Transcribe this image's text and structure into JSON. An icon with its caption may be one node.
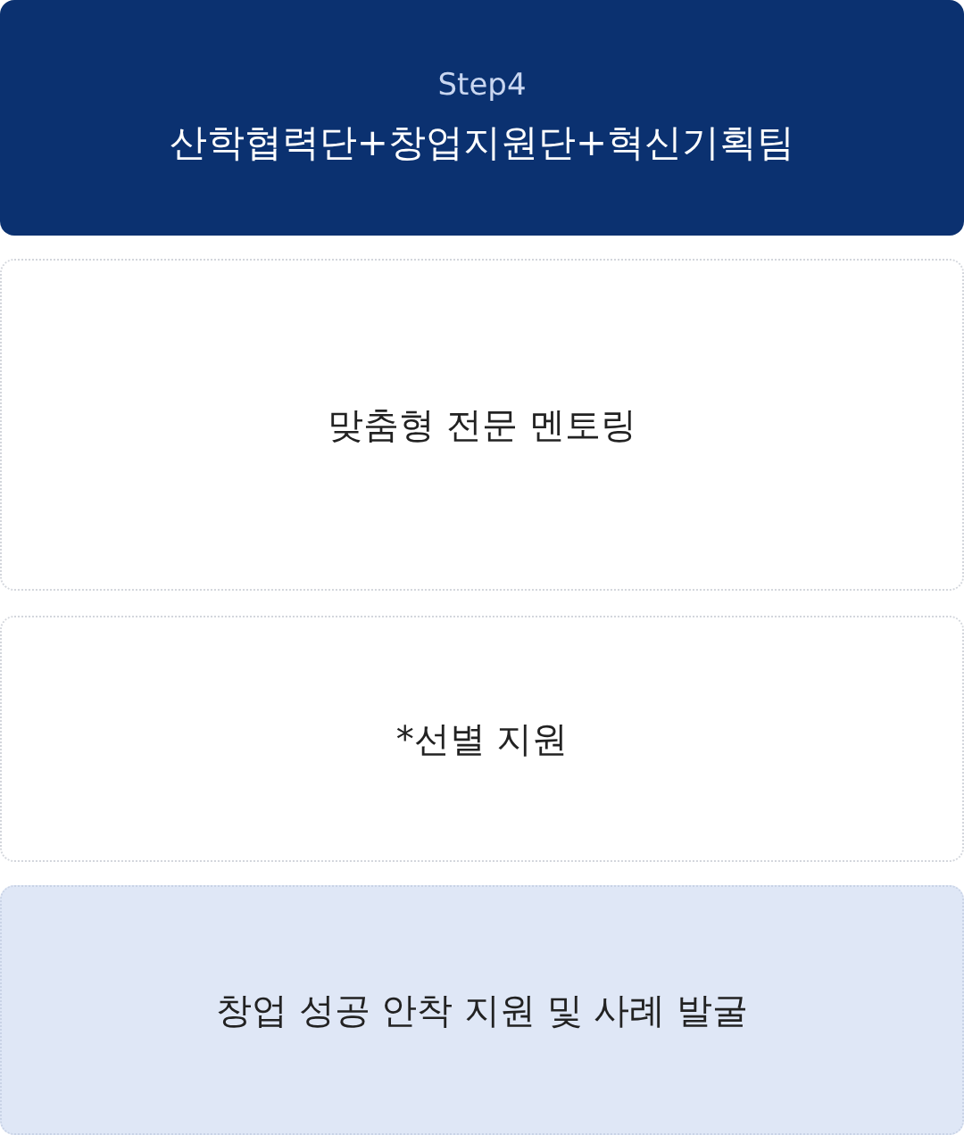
{
  "diagram": {
    "nodes": [
      {
        "text": [
          "Step4",
          "산학협력단+창업지원단+혁신기획팀"
        ]
      },
      {
        "text": [
          "맞춤형 전문 멘토링"
        ]
      },
      {
        "text": [
          "*선별 지원"
        ]
      },
      {
        "text": [
          "창업 성공 안착 지원 및 사례 발굴"
        ]
      }
    ]
  }
}
